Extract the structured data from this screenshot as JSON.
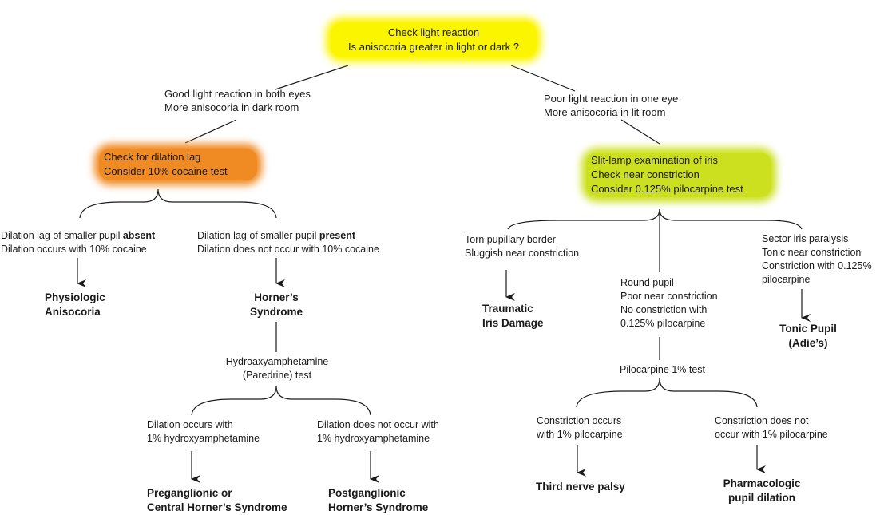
{
  "root": {
    "line1": "Check light reaction",
    "line2": "Is anisocoria greater in light or dark ?",
    "color": "#fbf500"
  },
  "left_branch": {
    "condition_line1": "Good light reaction in both eyes",
    "condition_line2": "More anisocoria in dark room",
    "box_line1": "Check for dilation lag",
    "box_line2": "Consider 10% cocaine test",
    "box_color": "#f08a23",
    "absent": {
      "line1_prefix": "Dilation lag of smaller pupil ",
      "line1_bold": "absent",
      "line2": "Dilation occurs with 10% cocaine",
      "result_line1": "Physiologic",
      "result_line2": "Anisocoria"
    },
    "present": {
      "line1_prefix": "Dilation lag of smaller pupil ",
      "line1_bold": "present",
      "line2": "Dilation does not occur with 10% cocaine",
      "result_line1": "Horner’s",
      "result_line2": "Syndrome"
    },
    "test_line1": "Hydroaxyamphetamine",
    "test_line2": "(Paredrine) test",
    "occurs": {
      "line1": "Dilation occurs with",
      "line2": "1% hydroxyamphetamine",
      "result_line1": "Preganglionic or",
      "result_line2": "Central Horner’s Syndrome"
    },
    "not_occurs": {
      "line1": "Dilation does not occur with",
      "line2": "1% hydroxyamphetamine",
      "result_line1": "Postganglionic",
      "result_line2": "Horner’s Syndrome"
    }
  },
  "right_branch": {
    "condition_line1": "Poor light reaction in one eye",
    "condition_line2": "More anisocoria in lit room",
    "box_line1": "Slit-lamp examination of iris",
    "box_line2": "Check near constriction",
    "box_line3": "Consider 0.125% pilocarpine test",
    "box_color": "#cde020",
    "torn": {
      "line1": "Torn pupillary border",
      "line2": "Sluggish near constriction",
      "result_line1": "Traumatic",
      "result_line2": "Iris Damage"
    },
    "round": {
      "line1": "Round pupil",
      "line2": "Poor near constriction",
      "line3": "No constriction with",
      "line4": "0.125% pilocarpine"
    },
    "sector": {
      "line1": "Sector iris paralysis",
      "line2": "Tonic near constriction",
      "line3": "Constriction with 0.125%",
      "line4": "pilocarpine",
      "result_line1": "Tonic Pupil",
      "result_line2": "(Adie’s)"
    },
    "test": "Pilocarpine 1% test",
    "constriction_occurs": {
      "line1": "Constriction  occurs",
      "line2": "with 1% pilocarpine",
      "result": "Third nerve palsy"
    },
    "constriction_not": {
      "line1": "Constriction  does not",
      "line2": "occur  with 1% pilocarpine",
      "result_line1": "Pharmacologic",
      "result_line2": "pupil dilation"
    }
  }
}
